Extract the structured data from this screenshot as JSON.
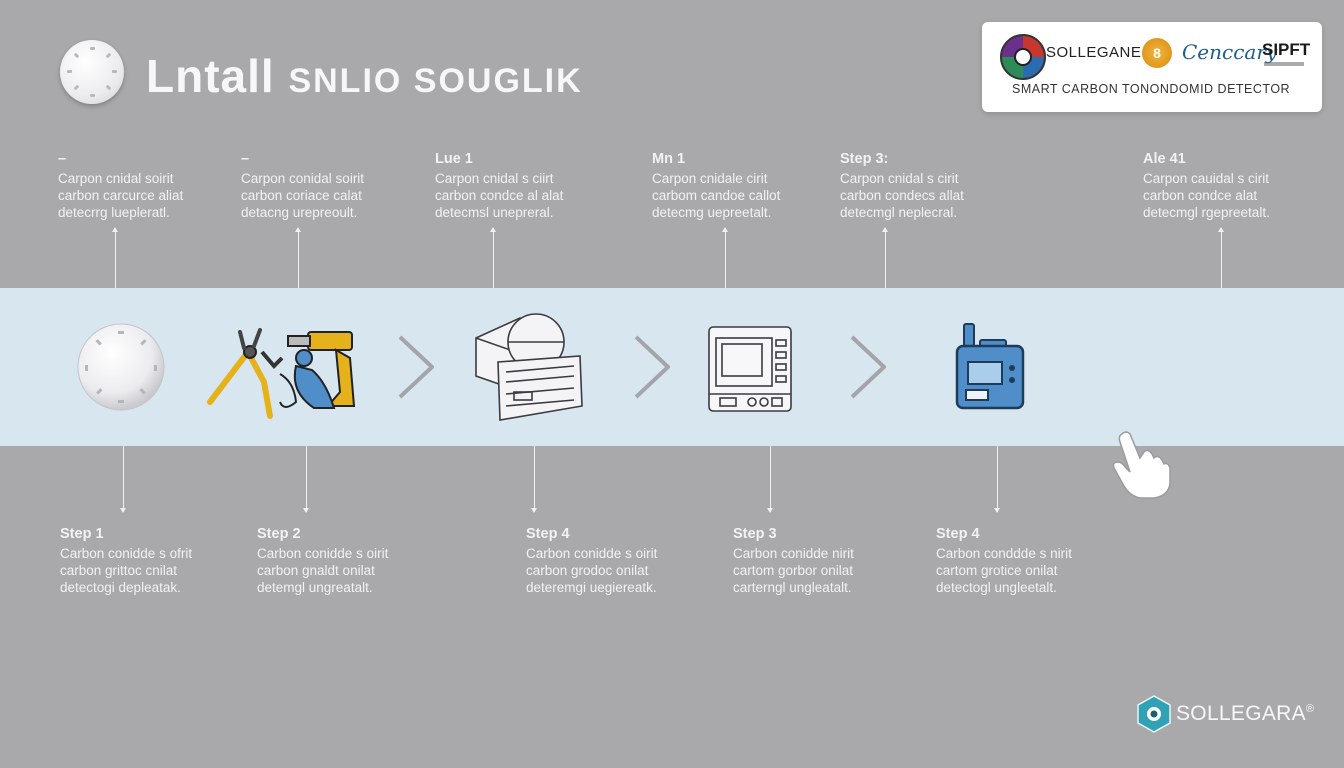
{
  "header": {
    "title_main": "Lntall",
    "title_rest": "SNLIO SOUGLIK"
  },
  "brand_card": {
    "name": "SOLLEGANE",
    "script": "Cenccary",
    "mark": "SIPFT",
    "medal": "8",
    "tagline": "SMART CARBON TONONDOMID DETECTOR"
  },
  "top_steps": [
    {
      "title": "–",
      "lines": [
        "Carpon cnidal soirit",
        "carbon carcurce aliat",
        "detecrrg luepleratl."
      ]
    },
    {
      "title": "–",
      "lines": [
        "Carpon conidal soirit",
        "carbon coriace calat",
        "detacng urepreoult."
      ]
    },
    {
      "title": "Lue 1",
      "lines": [
        "Carpon cnidal s ciirt",
        "carbon condce al alat",
        "detecmsl unepreral."
      ]
    },
    {
      "title": "Mn 1",
      "lines": [
        "Carpon cnidale cirit",
        "carbom candoe callot",
        "detecmg uepreetalt."
      ]
    },
    {
      "title": "Step 3:",
      "lines": [
        "Carpon cnidal s cirit",
        "carbon condecs allat",
        "detecmgl neplecral."
      ]
    },
    {
      "title": "Ale 41",
      "lines": [
        "Carpon cauidal s cirit",
        "carbon condce alat",
        "detecmgl rgepreetalt."
      ]
    }
  ],
  "bottom_steps": [
    {
      "title": "Step 1",
      "lines": [
        "Carbon conidde s ofrit",
        "carbon grittoc cnilat",
        "detectogi depleatak."
      ]
    },
    {
      "title": "Step 2",
      "lines": [
        "Carbon conidde s oirit",
        "carbon gnaldt onilat",
        "detemgl ungreatalt."
      ]
    },
    {
      "title": "Step 4",
      "lines": [
        "Carbon conidde s oirit",
        "carbon grodoc onilat",
        "deteremgi uegiereatk."
      ]
    },
    {
      "title": "Step 3",
      "lines": [
        "Carbon conidde nirit",
        "cartom gorbor onilat",
        "carterngl ungleatalt."
      ]
    },
    {
      "title": "Step 4",
      "lines": [
        "Carbon conddde s nirit",
        "cartom grotice onilat",
        "detectogl ungleetalt."
      ]
    }
  ],
  "footer": {
    "brand": "SOLLEGARA",
    "registered": "®"
  },
  "colors": {
    "background": "#a9a9ac",
    "band": "#d8e6f0",
    "drill_yellow": "#e5b21b",
    "device_blue": "#4f8ec9"
  },
  "icons": [
    "detector-icon",
    "tools-icon",
    "chevron-right-icon",
    "box-icon",
    "chevron-right-icon",
    "control-panel-icon",
    "chevron-right-icon",
    "smart-device-icon",
    "pointer-hand-icon"
  ]
}
